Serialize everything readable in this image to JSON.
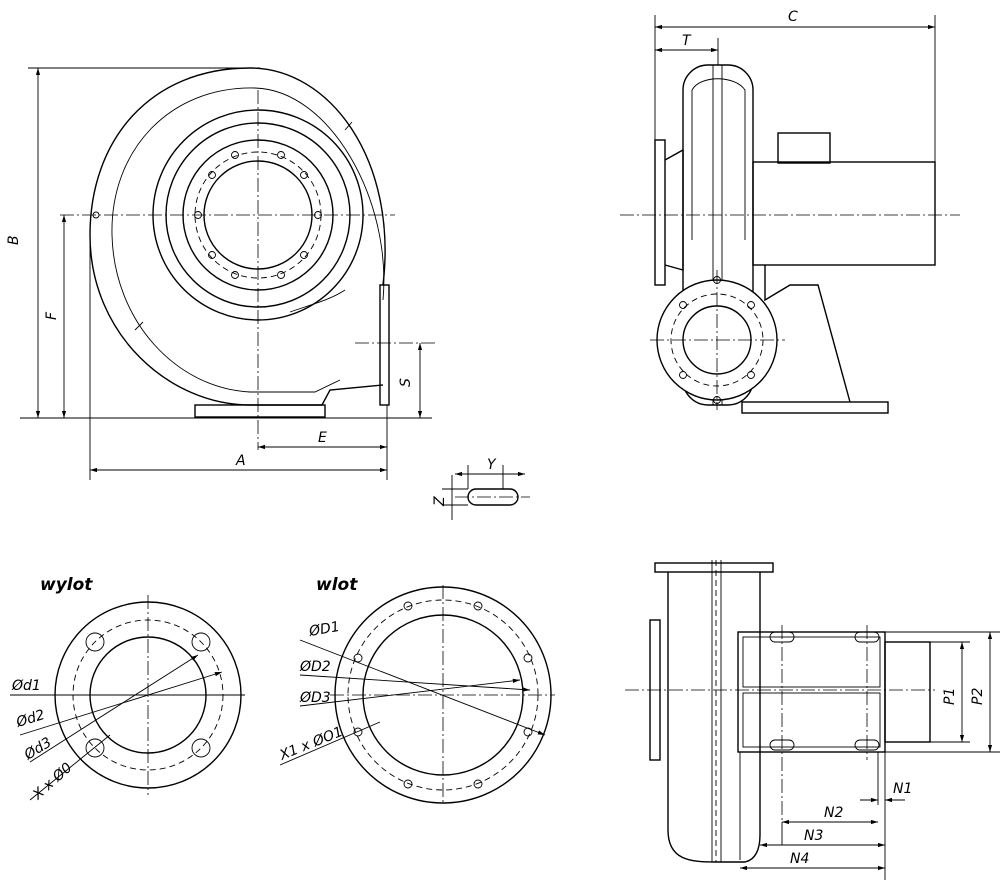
{
  "front_view": {
    "B": "B",
    "F": "F",
    "S": "S",
    "E": "E",
    "A": "A"
  },
  "side_view": {
    "C": "C",
    "T": "T"
  },
  "slot_detail": {
    "Y": "Y",
    "Z": "Z"
  },
  "outlet_flange": {
    "title": "wylot",
    "d1": "Ød1",
    "d2": "Ød2",
    "d3": "Ød3",
    "holes": "X x Ø0"
  },
  "inlet_flange": {
    "title": "wlot",
    "D1": "ØD1",
    "D2": "ØD2",
    "D3": "ØD3",
    "holes": "X1 x ØO1"
  },
  "bottom_view": {
    "P1": "P1",
    "P2": "P2",
    "N1": "N1",
    "N2": "N2",
    "N3": "N3",
    "N4": "N4"
  }
}
